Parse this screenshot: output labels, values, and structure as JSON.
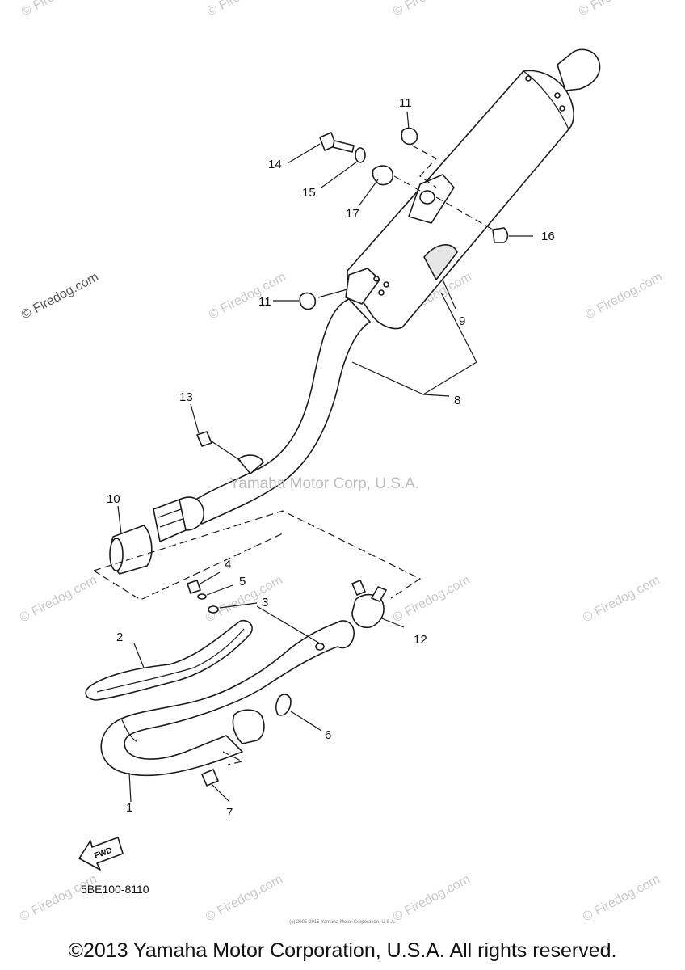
{
  "callouts": {
    "c1": "1",
    "c2": "2",
    "c3": "3",
    "c4": "4",
    "c5": "5",
    "c6": "6",
    "c7": "7",
    "c8": "8",
    "c9": "9",
    "c10": "10",
    "c11a": "11",
    "c11b": "11",
    "c12": "12",
    "c13": "13",
    "c14": "14",
    "c15": "15",
    "c16": "16",
    "c17": "17"
  },
  "watermark": {
    "site": "© Firedog.com",
    "center": "Yamaha Motor Corp, U.S.A."
  },
  "fwd_label": "FWD",
  "diagram_code": "5BE100-8110",
  "tiny_copyright": "(c) 2005-2015 Yamaha Motor Corporation, U.S.A.",
  "copyright": "©2013 Yamaha Motor Corporation, U.S.A. All rights reserved.",
  "colors": {
    "ink": "#1a1a1a",
    "watermark": "#c9c9c9",
    "background": "#ffffff"
  }
}
